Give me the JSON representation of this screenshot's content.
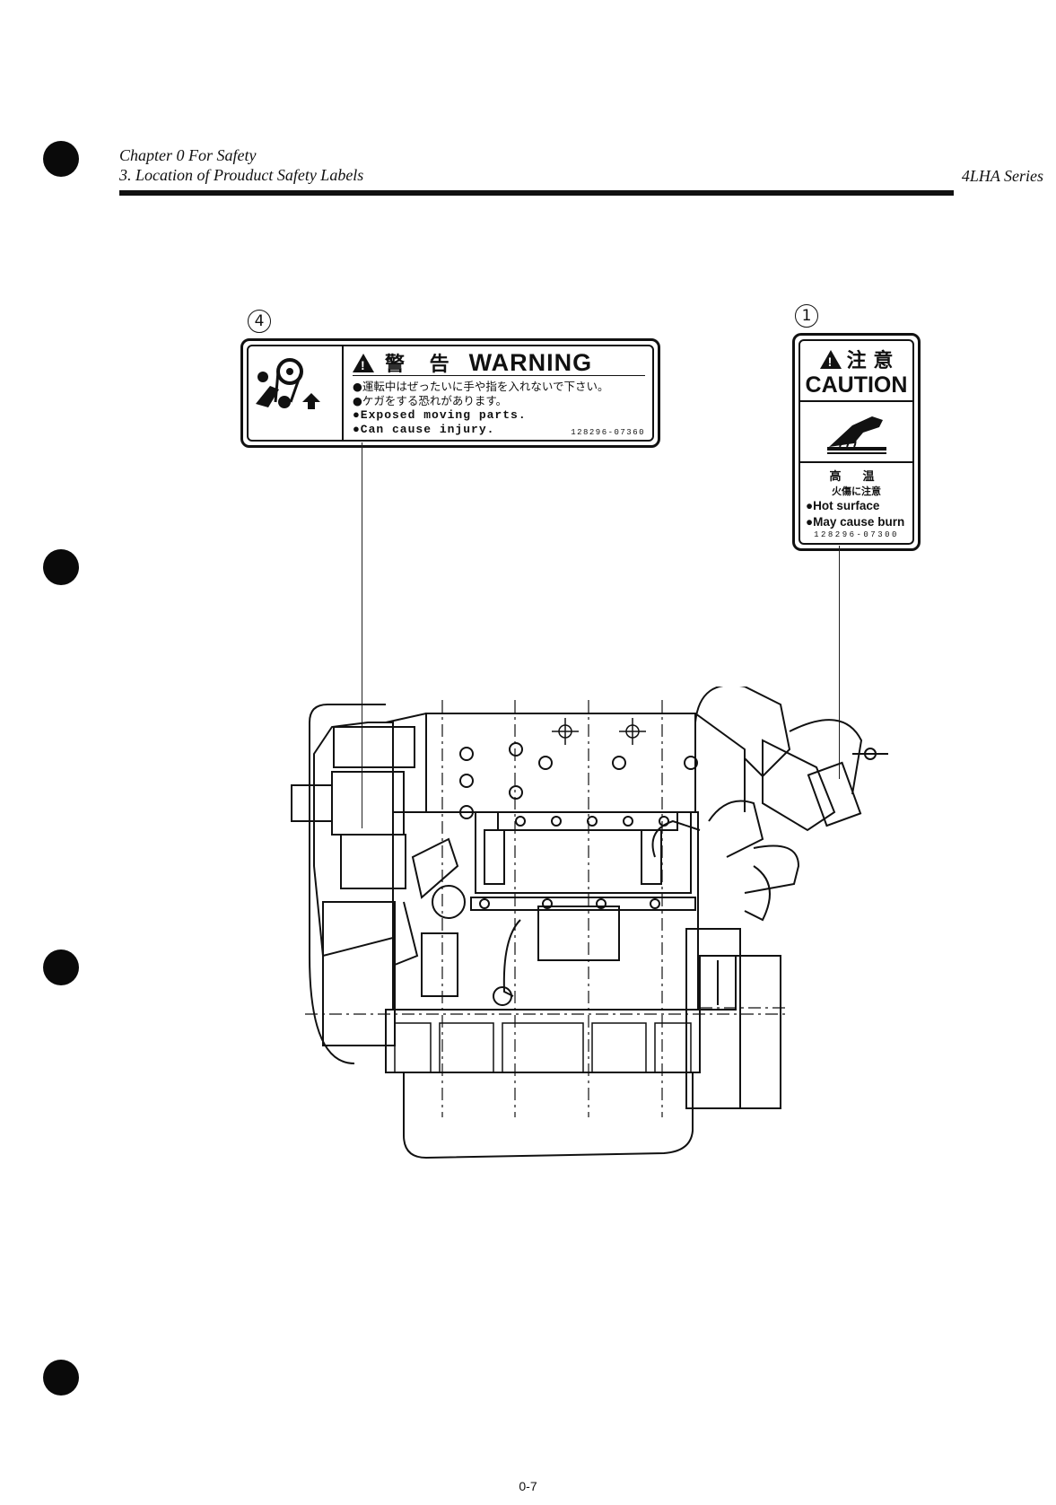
{
  "header": {
    "chapter": "Chapter 0 For Safety",
    "section": "3. Location of Prouduct Safety Labels",
    "series": "4LHA Series"
  },
  "callouts": {
    "warning_number": "4",
    "caution_number": "1"
  },
  "warning_label": {
    "title_jp": "警 告",
    "title_en": "WARNING",
    "line1_jp": "●運転中はぜったいに手や指を入れないで下さい。",
    "line2_jp": "●ケガをする恐れがあります。",
    "line3_en": "●Exposed moving parts.",
    "line4_en": "●Can cause injury.",
    "code": "128296-07360"
  },
  "caution_label": {
    "title_jp": "注 意",
    "title_en": "CAUTION",
    "text_jp1": "高温",
    "text_jp2": "火傷に注意",
    "line1_en": "●Hot surface",
    "line2_en": "●May cause burn",
    "code": "128296-07300"
  },
  "page_number": "0-7"
}
